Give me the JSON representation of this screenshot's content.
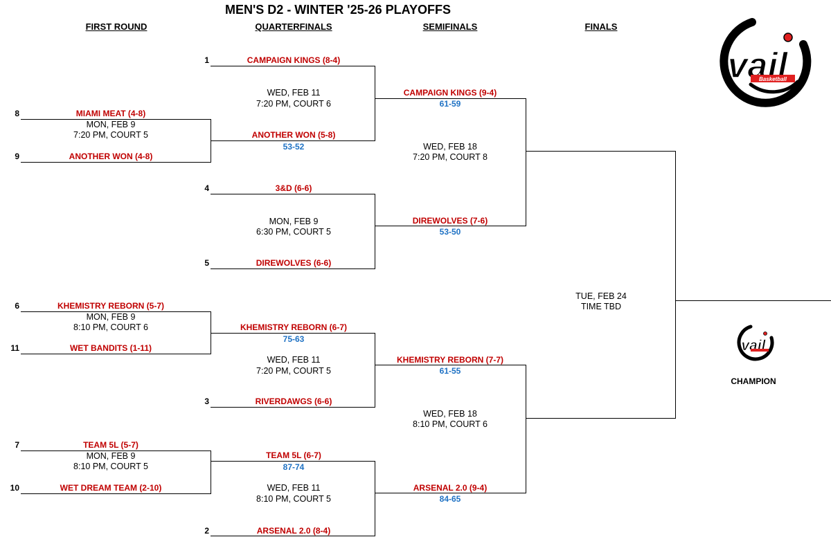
{
  "title": "MEN'S D2 - WINTER '25-26 PLAYOFFS",
  "rounds": [
    "FIRST ROUND",
    "QUARTERFINALS",
    "SEMIFINALS",
    "FINALS"
  ],
  "first_round": [
    {
      "top_seed": "8",
      "top_team": "MIAMI MEAT (4-8)",
      "info": [
        "MON, FEB 9",
        "7:20 PM, COURT 5"
      ],
      "bottom_seed": "9",
      "bottom_team": "ANOTHER WON (4-8)"
    },
    {
      "top_seed": "6",
      "top_team": "KHEMISTRY REBORN (5-7)",
      "info": [
        "MON, FEB 9",
        "8:10 PM, COURT 6"
      ],
      "bottom_seed": "11",
      "bottom_team": "WET BANDITS (1-11)"
    },
    {
      "top_seed": "7",
      "top_team": "TEAM 5L (5-7)",
      "info": [
        "MON, FEB 9",
        "8:10 PM, COURT 5"
      ],
      "bottom_seed": "10",
      "bottom_team": "WET DREAM TEAM (2-10)"
    }
  ],
  "quarterfinals": [
    {
      "top_seed": "1",
      "top_team": "CAMPAIGN KINGS (8-4)",
      "info": [
        "WED, FEB 11",
        "7:20 PM, COURT 6"
      ],
      "bottom_team": "ANOTHER WON (5-8)",
      "bottom_score": "53-52"
    },
    {
      "top_seed": "4",
      "top_team": "3&D (6-6)",
      "info": [
        "MON, FEB 9",
        "6:30 PM, COURT 5"
      ],
      "bottom_seed": "5",
      "bottom_team": "DIREWOLVES (6-6)"
    },
    {
      "top_team": "KHEMISTRY REBORN (6-7)",
      "top_score": "75-63",
      "info": [
        "WED, FEB 11",
        "7:20 PM, COURT 5"
      ],
      "bottom_seed": "3",
      "bottom_team": "RIVERDAWGS (6-6)"
    },
    {
      "top_team": "TEAM 5L (6-7)",
      "top_score": "87-74",
      "info": [
        "WED, FEB 11",
        "8:10 PM, COURT 5"
      ],
      "bottom_seed": "2",
      "bottom_team": "ARSENAL 2.0 (8-4)"
    }
  ],
  "semifinals": [
    {
      "top_team": "CAMPAIGN KINGS (9-4)",
      "top_score": "61-59",
      "info": [
        "WED, FEB 18",
        "7:20 PM, COURT 8"
      ],
      "bottom_team": "DIREWOLVES (7-6)",
      "bottom_score": "53-50"
    },
    {
      "top_team": "KHEMISTRY REBORN (7-7)",
      "top_score": "61-55",
      "info": [
        "WED, FEB 18",
        "8:10 PM, COURT 6"
      ],
      "bottom_team": "ARSENAL 2.0 (9-4)",
      "bottom_score": "84-65"
    }
  ],
  "finals": {
    "info": [
      "TUE, FEB 24",
      "TIME TBD"
    ]
  },
  "champion_label": "CHAMPION",
  "logo_text": "vail",
  "logo_subtext": "Basketball",
  "colors": {
    "team": "#c00000",
    "score": "#1f72c4",
    "logo_accent": "#e02020"
  }
}
